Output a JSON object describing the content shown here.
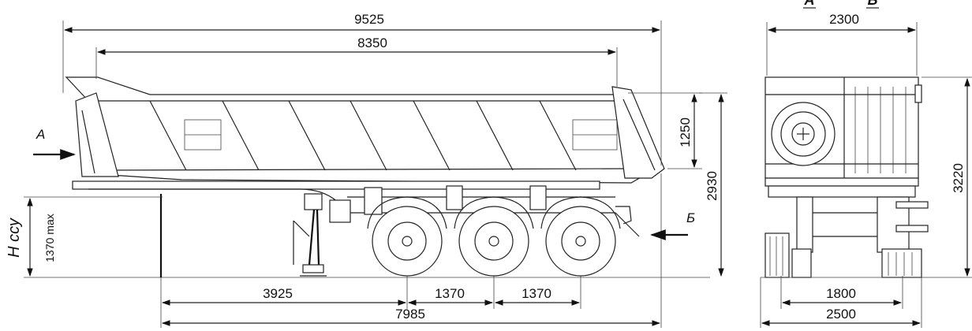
{
  "side_view": {
    "dims": {
      "overall_length": "9525",
      "body_length": "8350",
      "side_height": "1250",
      "total_height": "2930",
      "coupling_height_max": "1370 max",
      "kingpin_to_axle": "3925",
      "axle_spacing_1": "1370",
      "axle_spacing_2": "1370",
      "kingpin_to_rear": "7985"
    },
    "labels": {
      "view_a": "А",
      "view_b": "Б",
      "coupling_height": "H ссу"
    }
  },
  "rear_view": {
    "title_a": "А",
    "title_b": "Б",
    "dims": {
      "body_width": "2300",
      "total_height": "3220",
      "track_width": "1800",
      "overall_width": "2500"
    }
  }
}
